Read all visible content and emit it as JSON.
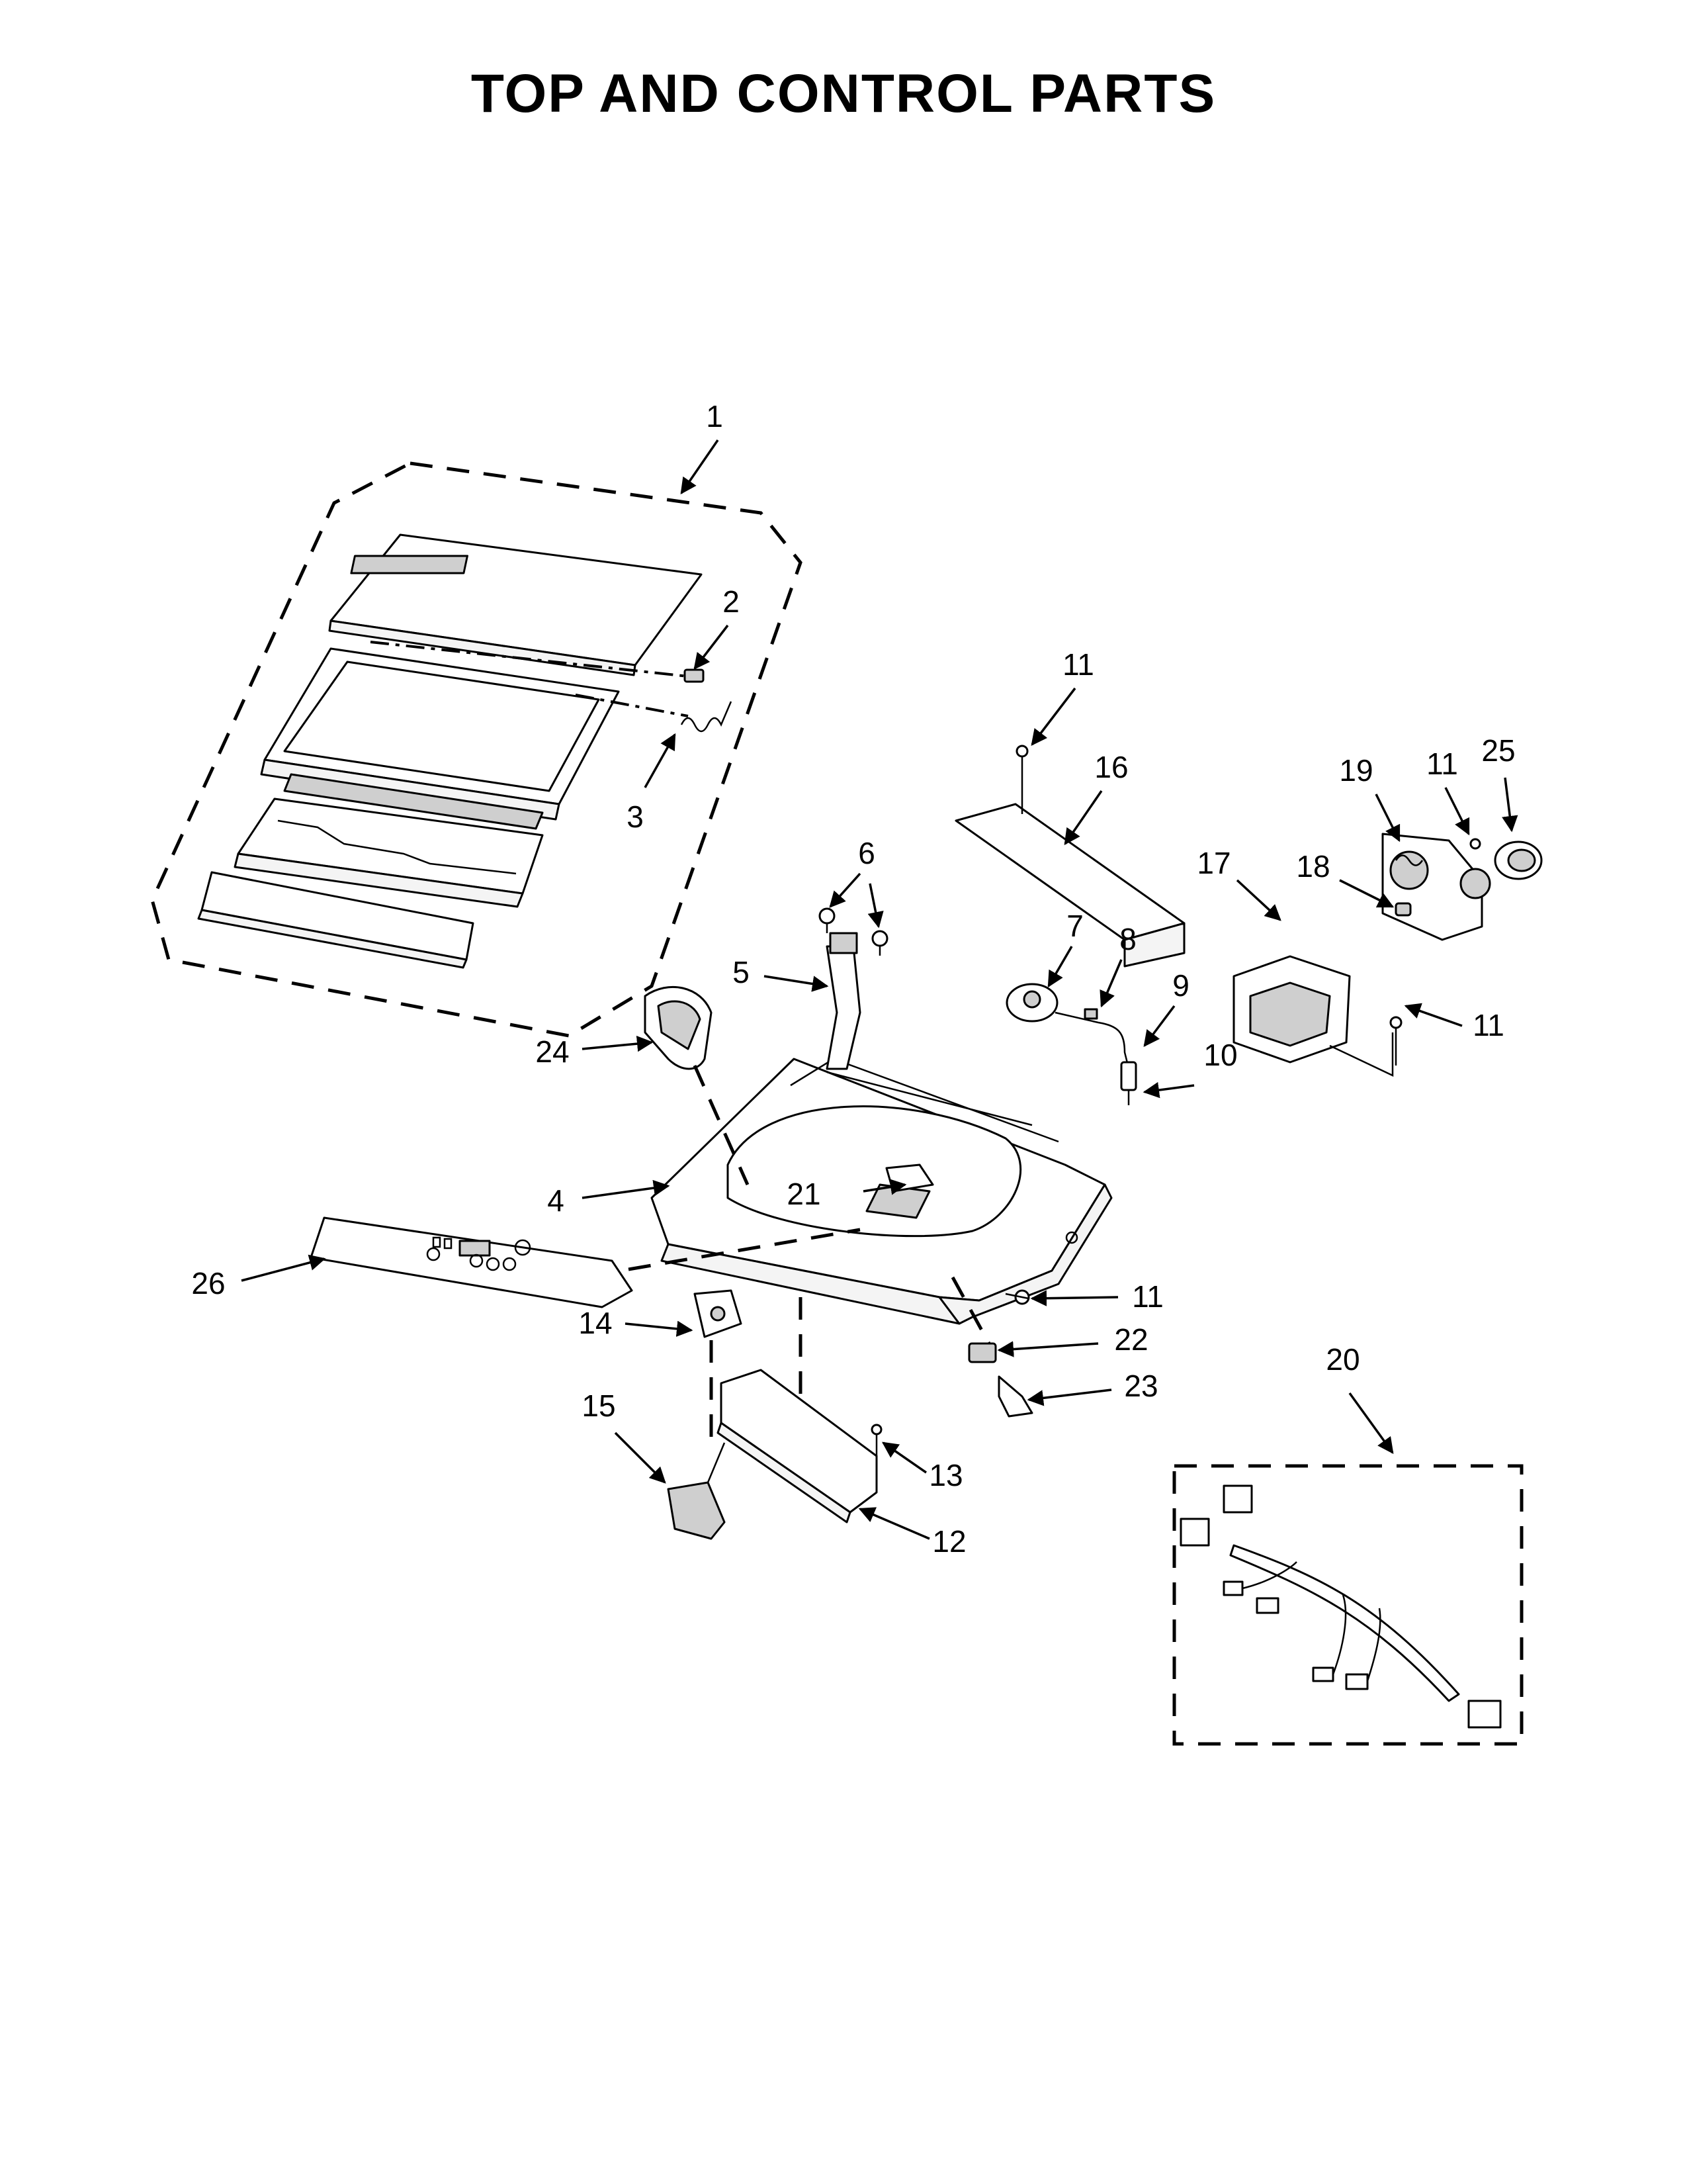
{
  "title": "TOP AND CONTROL PARTS",
  "callouts": [
    {
      "id": "c1",
      "label": "1"
    },
    {
      "id": "c2",
      "label": "2"
    },
    {
      "id": "c3",
      "label": "3"
    },
    {
      "id": "c4",
      "label": "4"
    },
    {
      "id": "c5",
      "label": "5"
    },
    {
      "id": "c6",
      "label": "6"
    },
    {
      "id": "c7",
      "label": "7"
    },
    {
      "id": "c8",
      "label": "8"
    },
    {
      "id": "c9",
      "label": "9"
    },
    {
      "id": "c10",
      "label": "10"
    },
    {
      "id": "c11a",
      "label": "11"
    },
    {
      "id": "c11b",
      "label": "11"
    },
    {
      "id": "c11c",
      "label": "11"
    },
    {
      "id": "c11d",
      "label": "11"
    },
    {
      "id": "c12",
      "label": "12"
    },
    {
      "id": "c13",
      "label": "13"
    },
    {
      "id": "c14",
      "label": "14"
    },
    {
      "id": "c15",
      "label": "15"
    },
    {
      "id": "c16",
      "label": "16"
    },
    {
      "id": "c17",
      "label": "17"
    },
    {
      "id": "c18",
      "label": "18"
    },
    {
      "id": "c19",
      "label": "19"
    },
    {
      "id": "c20",
      "label": "20"
    },
    {
      "id": "c21",
      "label": "21"
    },
    {
      "id": "c22",
      "label": "22"
    },
    {
      "id": "c23",
      "label": "23"
    },
    {
      "id": "c24",
      "label": "24"
    },
    {
      "id": "c25",
      "label": "25"
    },
    {
      "id": "c26",
      "label": "26"
    }
  ]
}
